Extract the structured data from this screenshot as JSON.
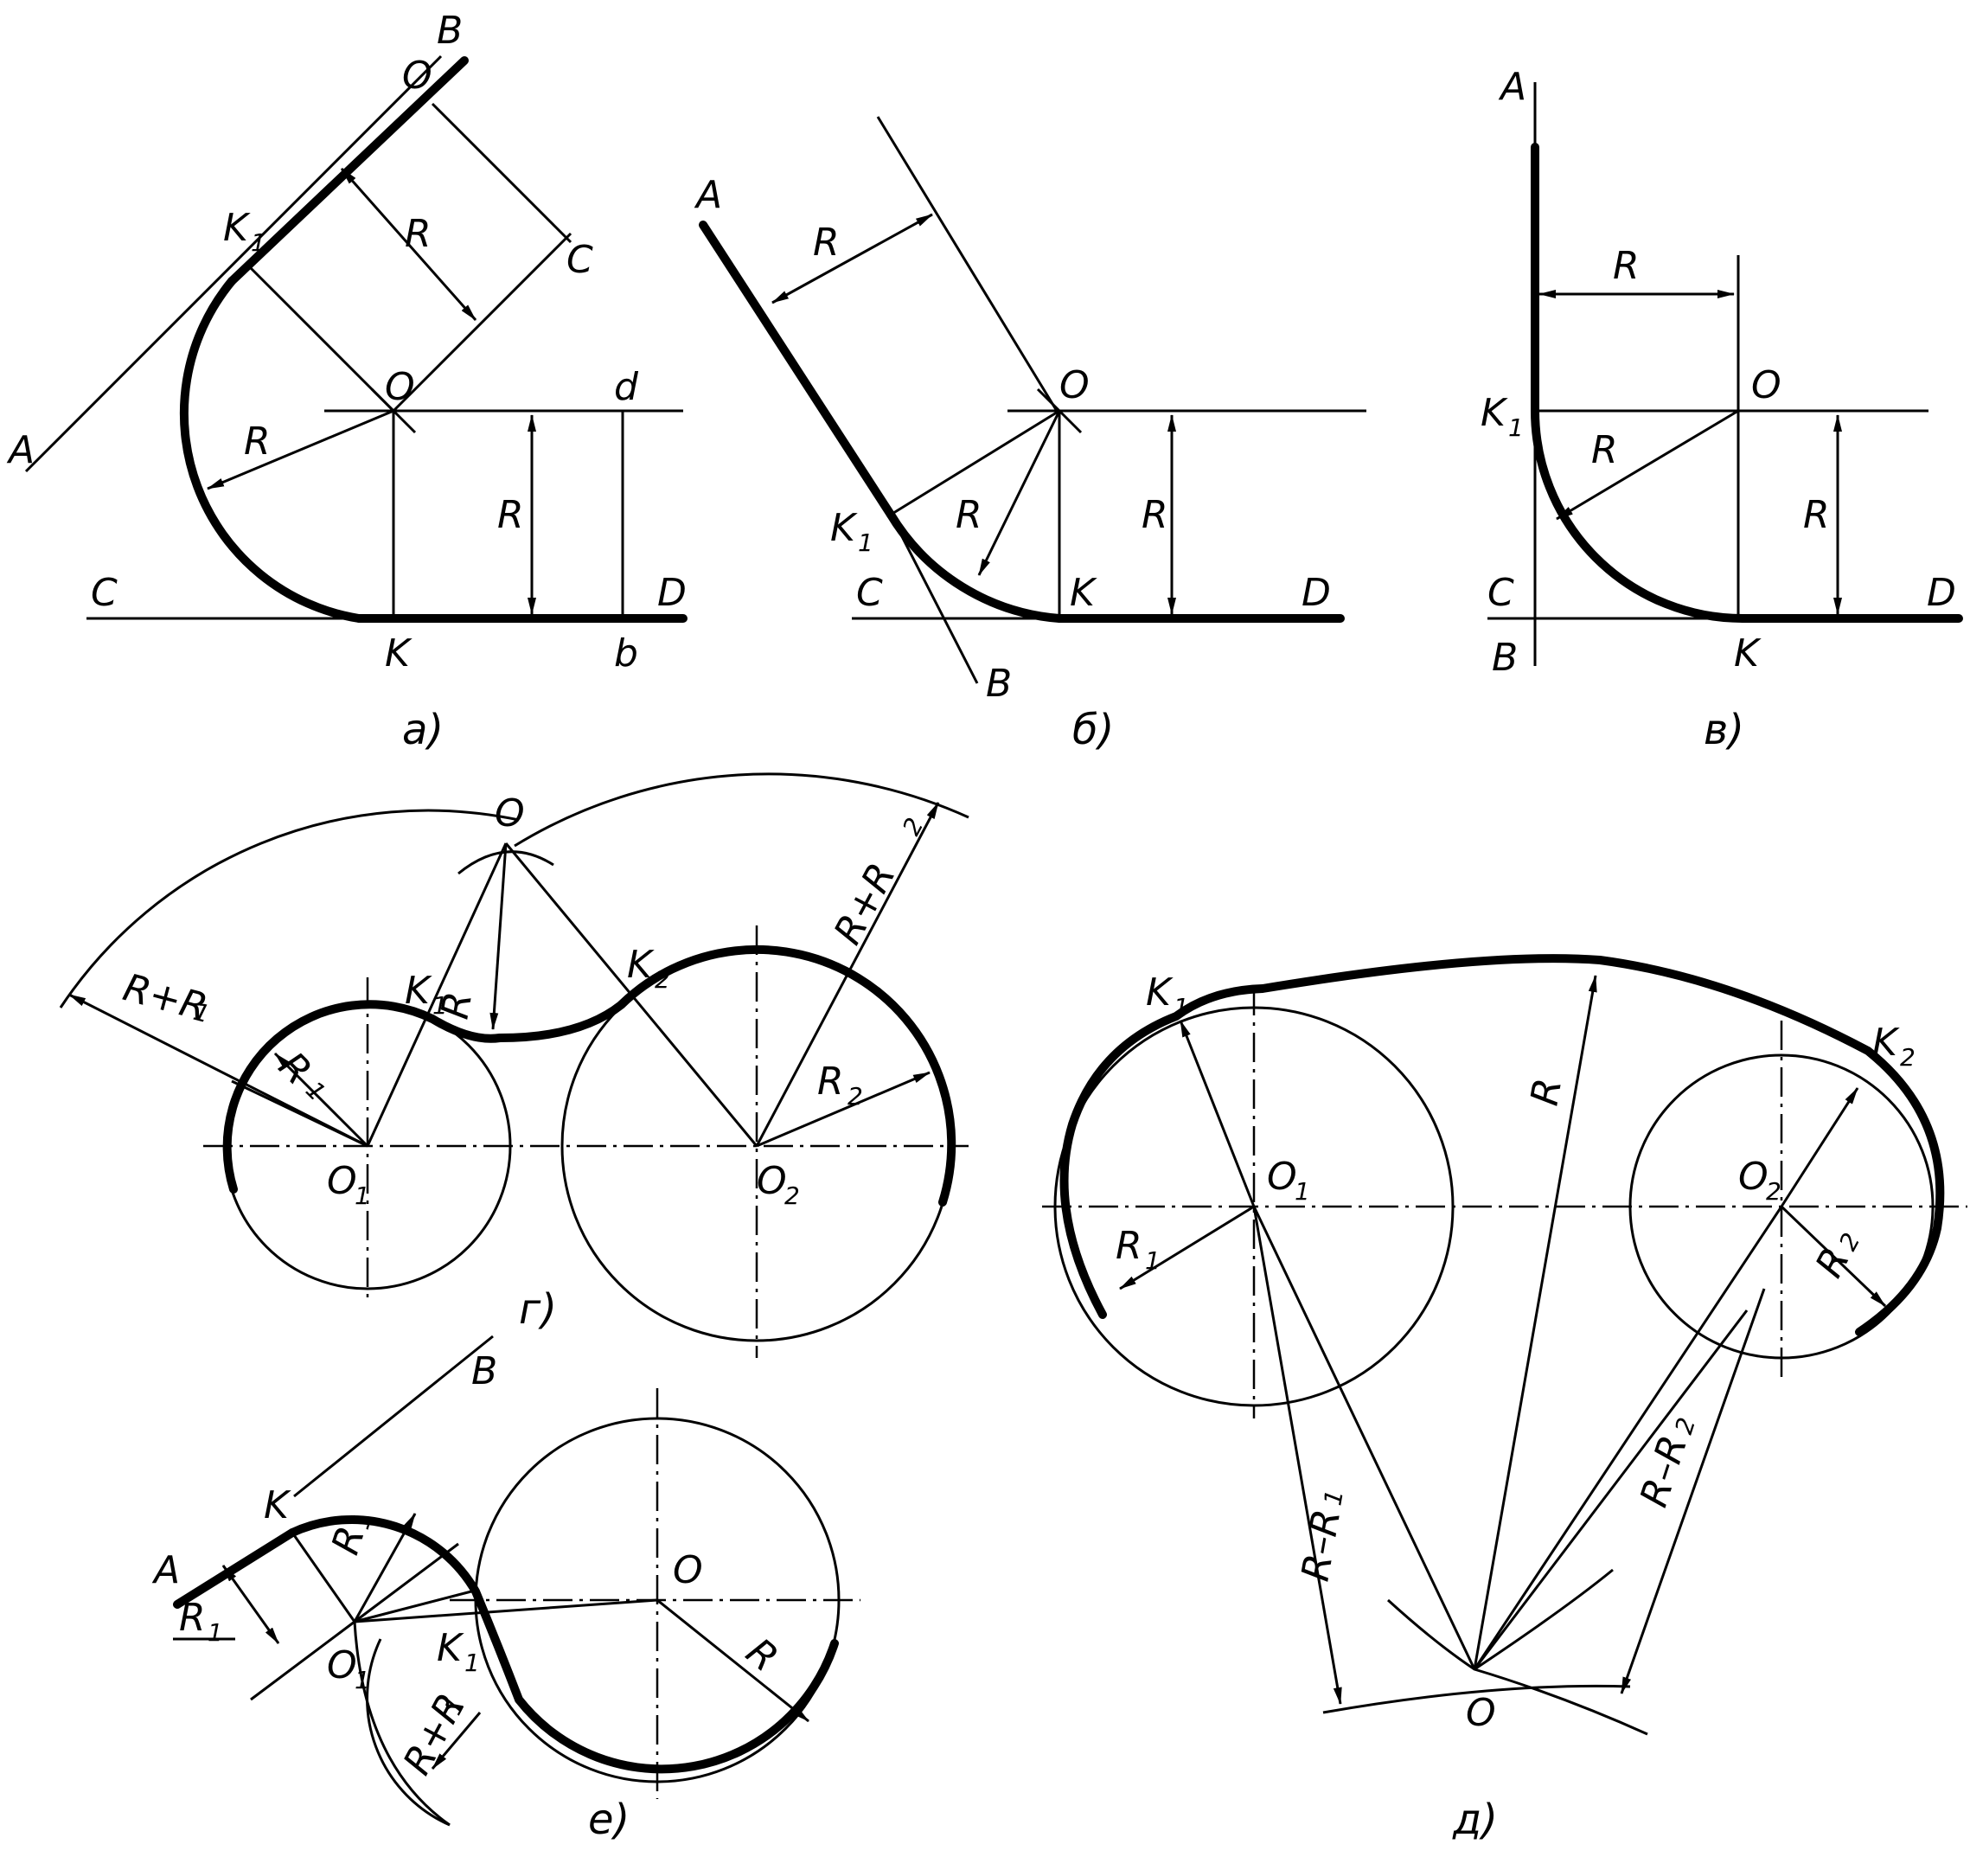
{
  "panels": {
    "a": {
      "caption": "а)",
      "labels": {
        "A": "A",
        "B": "B",
        "C1": "C",
        "C2": "C",
        "D": "D",
        "O_top": "O",
        "O": "O",
        "K1": "K",
        "K1_sub": "1",
        "K": "K",
        "d": "d",
        "b": "b",
        "R1": "R",
        "R2": "R",
        "R3": "R"
      }
    },
    "b": {
      "caption": "б)",
      "labels": {
        "A": "A",
        "B": "B",
        "C": "C",
        "D": "D",
        "O": "O",
        "K1": "K",
        "K1_sub": "1",
        "K": "K",
        "R1": "R",
        "R2": "R",
        "R3": "R"
      }
    },
    "v": {
      "caption": "в)",
      "labels": {
        "A": "A",
        "B": "B",
        "C": "C",
        "D": "D",
        "O": "O",
        "K1": "K",
        "K1_sub": "1",
        "K": "K",
        "R1": "R",
        "R2": "R",
        "R3": "R"
      }
    },
    "g": {
      "caption": "г)",
      "labels": {
        "O": "O",
        "O1": "O",
        "O1_sub": "1",
        "O2": "O",
        "O2_sub": "2",
        "K1": "K",
        "K1_sub": "1",
        "K2": "K",
        "K2_sub": "2",
        "R": "R",
        "R1": "R",
        "R1_sub": "1",
        "R2": "R",
        "R2_sub": "2",
        "RR1": "R+R",
        "RR1_sub": "1",
        "RR2": "R+R",
        "RR2_sub": "2"
      }
    },
    "d": {
      "caption": "д)",
      "labels": {
        "O": "O",
        "O1": "O",
        "O1_sub": "1",
        "O2": "O",
        "O2_sub": "2",
        "K1": "K",
        "K1_sub": "1",
        "K2": "K",
        "K2_sub": "2",
        "R": "R",
        "R1": "R",
        "R1_sub": "1",
        "R2": "R",
        "R2_sub": "2",
        "RmR1": "R–R",
        "RmR1_sub": "1",
        "RmR2": "R–R",
        "RmR2_sub": "2"
      }
    },
    "e": {
      "caption": "е)",
      "labels": {
        "A": "A",
        "B": "B",
        "K": "K",
        "O": "O",
        "O1": "O",
        "O1_sub": "1",
        "K1": "K",
        "K1_sub": "1",
        "R": "R",
        "R1a": "R",
        "R1a_sub": "1",
        "R1b": "R",
        "R1b_sub": "1",
        "RR1": "R+R",
        "RR1_sub": "1"
      }
    }
  }
}
